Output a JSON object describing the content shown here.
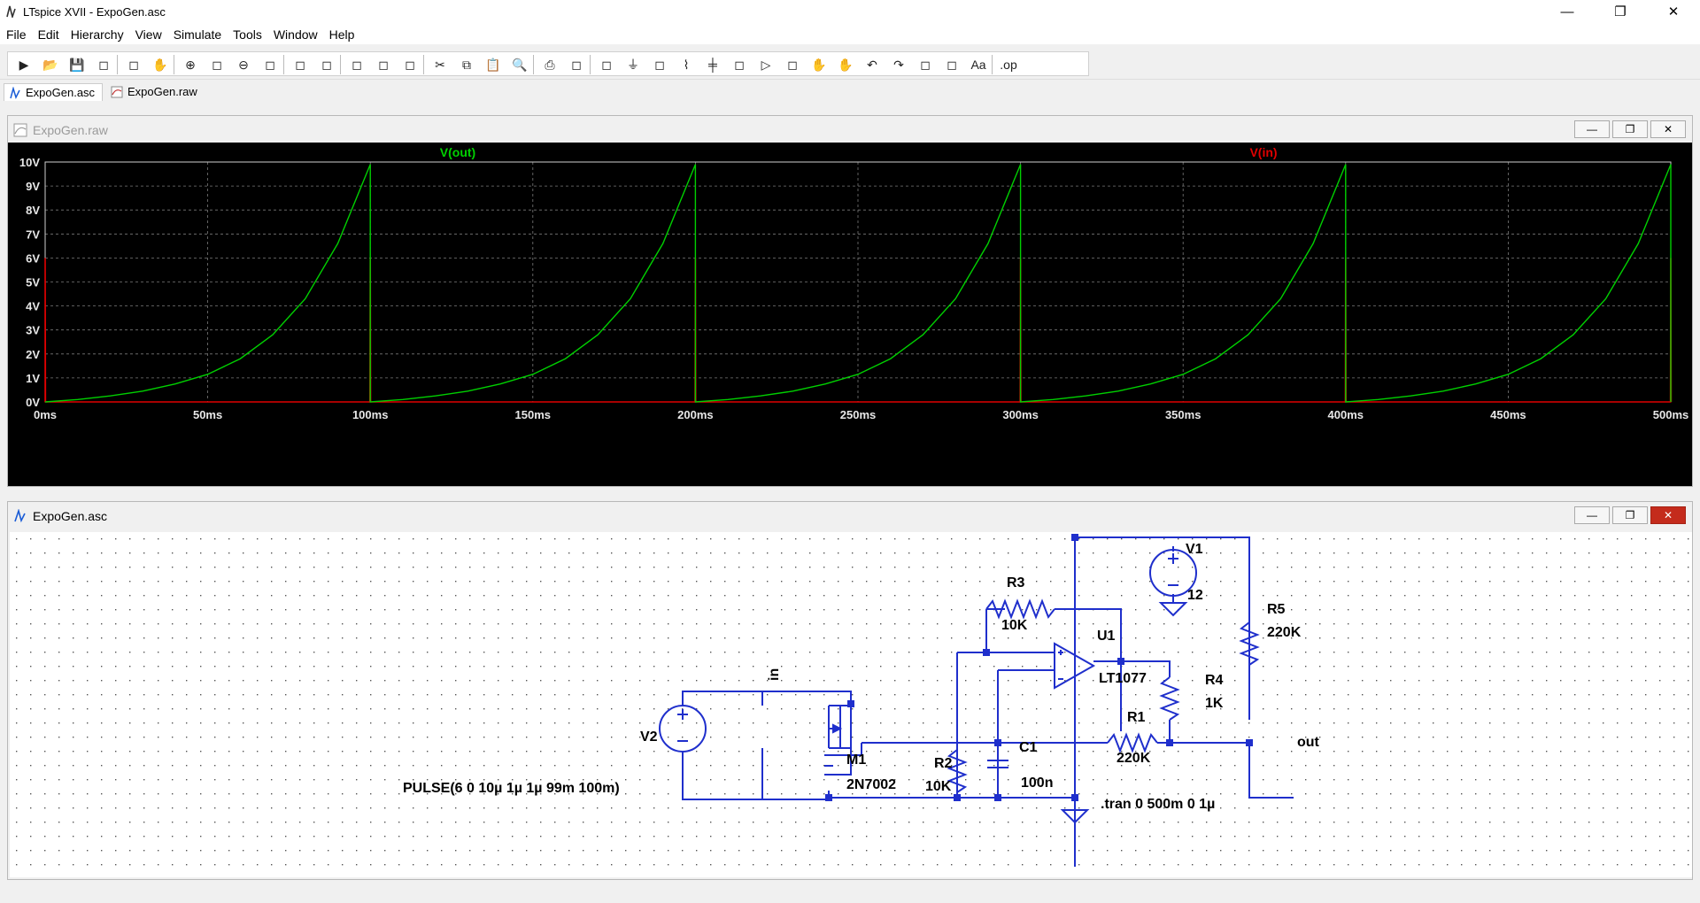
{
  "window": {
    "title": "LTspice XVII - ExpoGen.asc",
    "minimize": "—",
    "maximize": "❐",
    "close": "✕"
  },
  "menu": [
    "File",
    "Edit",
    "Hierarchy",
    "View",
    "Simulate",
    "Tools",
    "Window",
    "Help"
  ],
  "toolbar_icons": [
    "run-icon",
    "open-icon",
    "save-icon",
    "control-panel-icon",
    "halt-icon",
    "pan-icon",
    "zoom-in-icon",
    "zoom-pan-icon",
    "zoom-out-icon",
    "zoom-fit-icon",
    "autorange-icon",
    "grid-icon",
    "tile-horizontal-icon",
    "cascade-icon",
    "tile-vertical-icon",
    "cut-icon",
    "copy-icon",
    "paste-icon",
    "find-icon",
    "print-icon",
    "print-setup-icon",
    "wire-icon",
    "ground-icon",
    "label-net-icon",
    "resistor-icon",
    "capacitor-icon",
    "inductor-icon",
    "diode-icon",
    "component-icon",
    "move-icon",
    "drag-icon",
    "undo-icon",
    "redo-icon",
    "rotate-icon",
    "mirror-icon",
    "text-icon",
    "spice-directive-icon"
  ],
  "tabs": [
    {
      "label": "ExpoGen.asc"
    },
    {
      "label": "ExpoGen.raw"
    }
  ],
  "plot_window": {
    "title": "ExpoGen.raw"
  },
  "schematic_window": {
    "title": "ExpoGen.asc"
  },
  "chart_data": {
    "type": "line",
    "traces": [
      {
        "name": "V(out)",
        "color": "#00d000"
      },
      {
        "name": "V(in)",
        "color": "#e00000"
      }
    ],
    "x_ticks": [
      "0ms",
      "50ms",
      "100ms",
      "150ms",
      "200ms",
      "250ms",
      "300ms",
      "350ms",
      "400ms",
      "450ms",
      "500ms"
    ],
    "y_ticks": [
      "0V",
      "1V",
      "2V",
      "3V",
      "4V",
      "5V",
      "6V",
      "7V",
      "8V",
      "9V",
      "10V"
    ],
    "xlim": [
      0,
      500
    ],
    "ylim": [
      0,
      10
    ],
    "grid": true,
    "series": [
      {
        "name": "V(out)",
        "shape": "exponential ramp 0→9.9 V per period, reset at end of period",
        "period_ms": 100,
        "peak": 9.9,
        "x": [
          0,
          10,
          20,
          30,
          40,
          50,
          60,
          70,
          80,
          90,
          100
        ],
        "values": [
          0,
          0.1,
          0.25,
          0.45,
          0.75,
          1.15,
          1.8,
          2.8,
          4.3,
          6.6,
          9.9
        ]
      },
      {
        "name": "V(in)",
        "shape": "pulse",
        "low": 0,
        "high": 6,
        "pulse_times_ms": [
          0,
          100,
          200,
          300,
          400,
          500
        ]
      }
    ]
  },
  "schematic": {
    "V1": {
      "name": "V1",
      "value": "12"
    },
    "V2": {
      "name": "V2",
      "value": "PULSE(6 0 10µ 1µ 1µ 99m 100m)"
    },
    "R1": {
      "name": "R1",
      "value": "220K"
    },
    "R2": {
      "name": "R2",
      "value": "10K"
    },
    "R3": {
      "name": "R3",
      "value": "10K"
    },
    "R4": {
      "name": "R4",
      "value": "1K"
    },
    "R5": {
      "name": "R5",
      "value": "220K"
    },
    "C1": {
      "name": "C1",
      "value": "100n"
    },
    "M1": {
      "name": "M1",
      "value": "2N7002"
    },
    "U1": {
      "name": "U1",
      "value": "LT1077"
    },
    "net_in": "in",
    "net_out": "out",
    "directive": ".tran 0 500m 0 1µ"
  }
}
